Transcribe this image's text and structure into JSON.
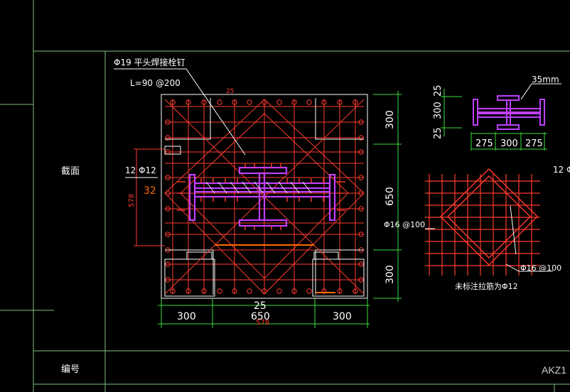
{
  "table": {
    "section_label": "截面",
    "id_label": "编号",
    "column_code": "AKZ1"
  },
  "main_section": {
    "stud_label": "Φ19 平头焊接栓钉",
    "stud_spacing": "L=90 @200",
    "top_cover_label": "25",
    "bottom_cover_label": "25",
    "left_bars_label": "12 Φ12",
    "left_bar_count": "32",
    "left_height_label": "578",
    "bottom_dims": [
      "300",
      "650",
      "300"
    ],
    "bottom_total": "578",
    "right_dims": [
      "300",
      "650",
      "300"
    ]
  },
  "steel_detail": {
    "flange_label": "35mm",
    "vertical_dims": [
      "25",
      "300",
      "25"
    ],
    "horizontal_dims": [
      "275",
      "300",
      "275"
    ]
  },
  "tie_detail": {
    "stirrup_left": "Φ16 @100",
    "stirrup_right": "Φ16 @100",
    "note": "未标注拉筋为Φ12",
    "edge_label": "12 Φ"
  },
  "colors": {
    "frame": "#7fbf7f",
    "rebar": "#ff3b2f",
    "steel": "#c040ff",
    "text": "#ffffff",
    "dim": "#3cdc3c",
    "accent": "#ff6a00"
  }
}
